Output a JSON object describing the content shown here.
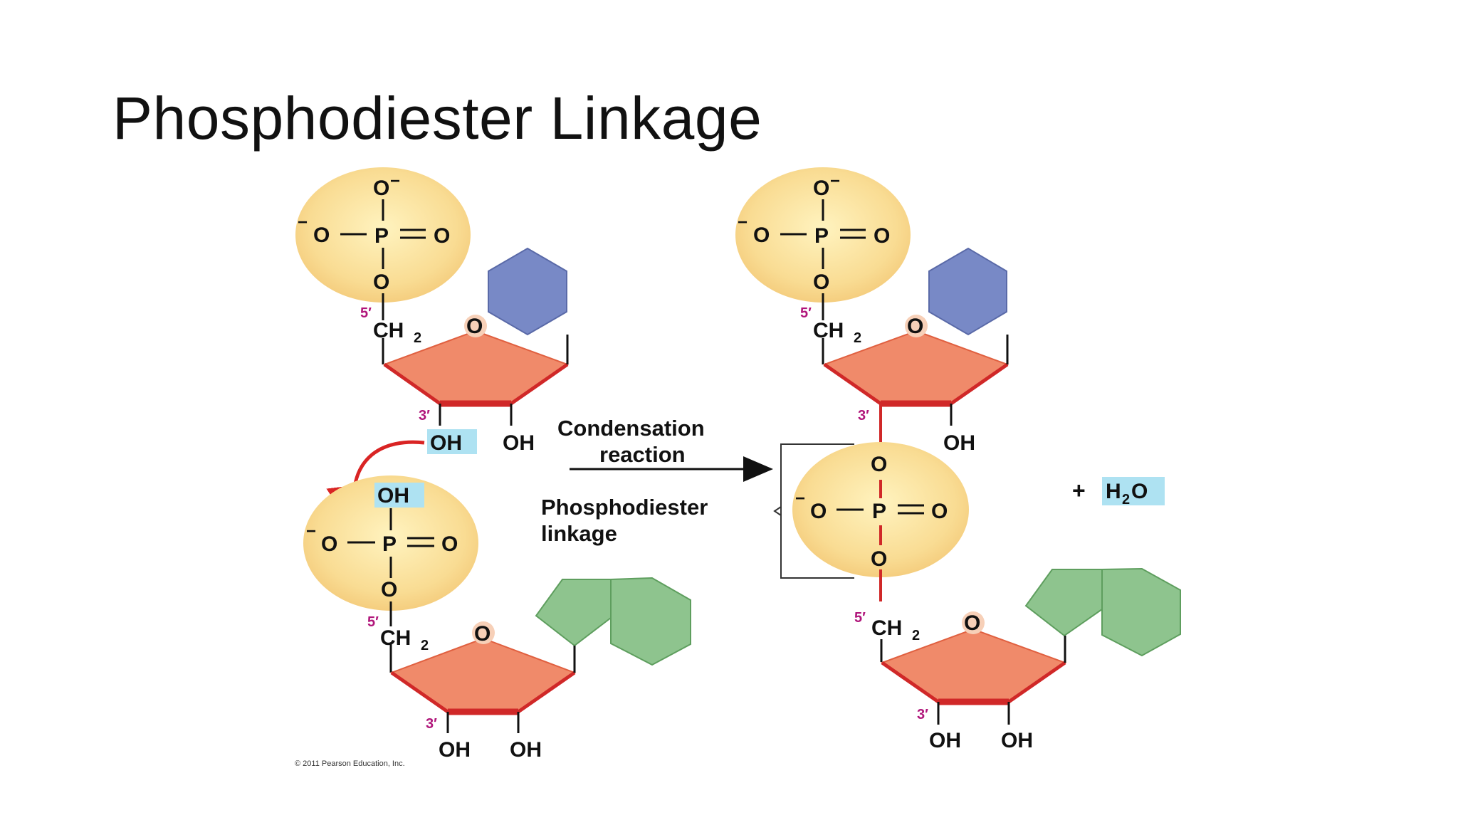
{
  "slide": {
    "title": "Phosphodiester Linkage"
  },
  "diagram": {
    "phosphate_O_minus": "O",
    "phosphate_P": "P",
    "phosphate_O": "O",
    "minus_sign": "−",
    "oh": "OH",
    "ch2": "CH",
    "ch2_subscript": "2",
    "ring_oxygen": "O",
    "prime5": "5′",
    "prime3": "3′",
    "condensation_line1": "Condensation",
    "condensation_line2": "reaction",
    "linkage_line1": "Phosphodiester",
    "linkage_line2": "linkage",
    "plus": "+",
    "water_H": "H",
    "water_sub": "2",
    "water_O": "O",
    "copyright": "© 2011 Pearson Education, Inc."
  },
  "colors": {
    "phosphate": "#f7d98b",
    "sugar": "#f08a6a",
    "sugar_edge": "#d02828",
    "purine": "#8ec48e",
    "pyrimidine": "#7889c6",
    "highlight": "#aee2f2",
    "arrow_red": "#d92424"
  }
}
